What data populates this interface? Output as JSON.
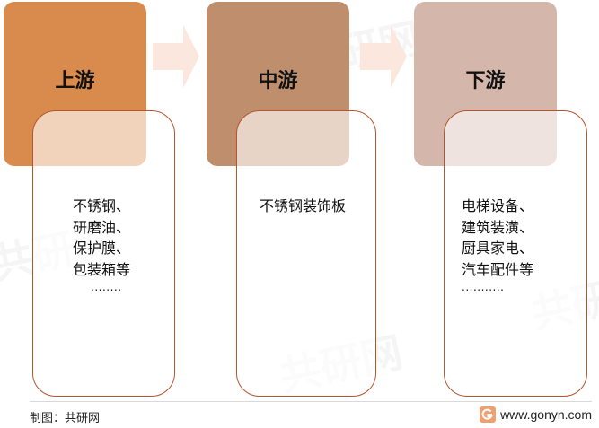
{
  "stages": [
    {
      "title": "上游",
      "items": [
        "不锈钢、",
        "研磨油、",
        "保护膜、",
        "包装箱等"
      ],
      "ellipsis": "........"
    },
    {
      "title": "中游",
      "items": [
        "不锈钢装饰板"
      ],
      "ellipsis": ""
    },
    {
      "title": "下游",
      "items": [
        "电梯设备、",
        "建筑装潢、",
        "厨具家电、",
        "汽车配件等"
      ],
      "ellipsis": "..........."
    }
  ],
  "footer": {
    "source": "制图：共研网",
    "website": "www.gonyn.com"
  },
  "watermark": "共研网",
  "colors": {
    "upstream": "#d98b4d",
    "midstream": "#bf8f6d",
    "downstream": "#d5b6ab",
    "panel_border": "#b4552c",
    "arrow": "#fbe7dd"
  },
  "icons": [
    "arrow-right-icon",
    "arrow-right-icon",
    "gonyn-logo-icon"
  ]
}
